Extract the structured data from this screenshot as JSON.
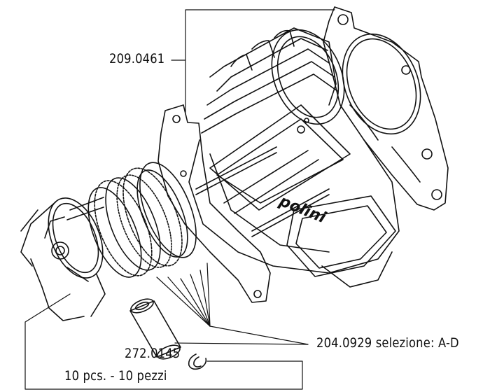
{
  "callouts": {
    "head_gasket": "209.0461",
    "piston_rings": "204.0929 selezione: A-D",
    "piston_pin": "272.0145",
    "piston_pin_qty": "10 pcs. - 10 pezzi"
  },
  "cylinder": {
    "brand": "polini"
  },
  "colors": {
    "line": "#111111",
    "background": "#ffffff"
  }
}
